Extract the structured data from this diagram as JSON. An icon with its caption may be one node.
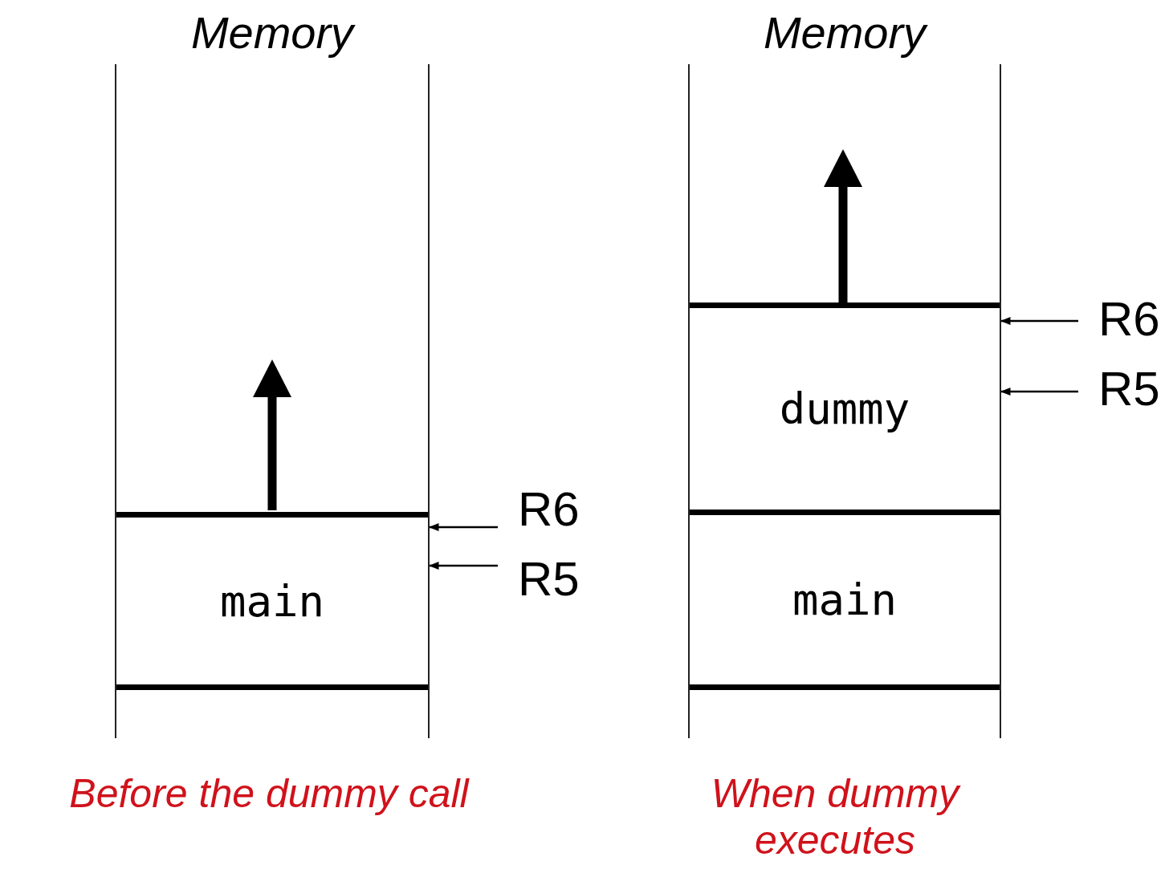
{
  "diagram": {
    "nodes": [
      {
        "text": [
          "Memory"
        ],
        "beside": [
          "Before the dummy call"
        ]
      },
      {
        "text": [
          "main"
        ],
        "in": 0
      },
      {
        "text": [
          "R6"
        ]
      },
      {
        "text": [
          "R5"
        ]
      },
      {
        "text": [
          "Memory"
        ],
        "beside": [
          "When dummy executes"
        ]
      },
      {
        "text": [
          "dummy"
        ],
        "in": 4
      },
      {
        "text": [
          "main"
        ],
        "in": 4
      },
      {
        "text": [
          "R6"
        ]
      },
      {
        "text": [
          "R5"
        ]
      }
    ],
    "edges": [
      {
        "from": 2,
        "to": 1,
        "arrow": "to"
      },
      {
        "from": 3,
        "to": 1,
        "arrow": "to"
      },
      {
        "from": 7,
        "to": 5,
        "arrow": "to"
      },
      {
        "from": 8,
        "to": 5,
        "arrow": "to"
      }
    ]
  }
}
